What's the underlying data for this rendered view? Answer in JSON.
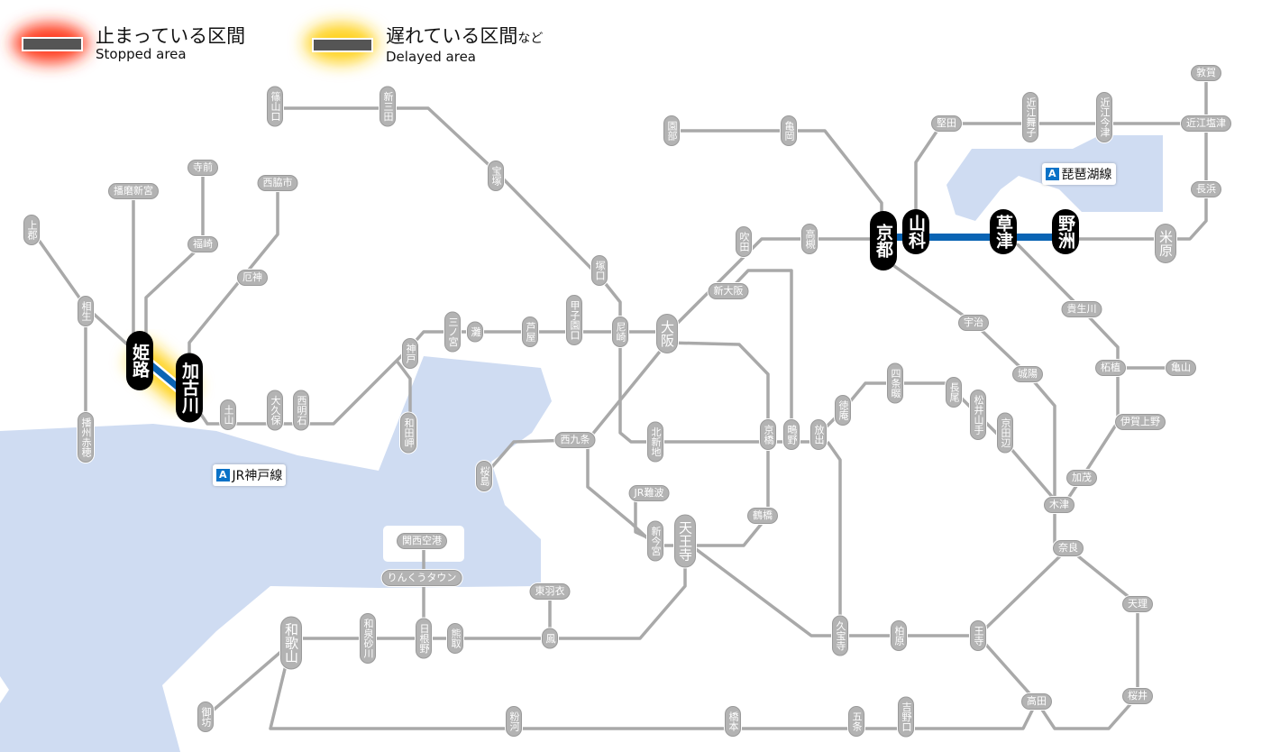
{
  "legend": {
    "stopped": {
      "ja": "止まっている区間",
      "en": "Stopped area",
      "color": "#ff3a1a"
    },
    "delayed": {
      "ja": "遅れている区間",
      "ja_suffix": "など",
      "en": "Delayed area",
      "color": "#ffd21a"
    }
  },
  "line_badges": {
    "kobe": {
      "mark": "A",
      "name": "JR神戸線"
    },
    "biwako": {
      "mark": "A",
      "name": "琵琶湖線"
    }
  },
  "colors": {
    "line": "#a9a9a9",
    "affected": "#0a64b4",
    "water": "#cfdcf2"
  },
  "affected_stations": [
    "姫路",
    "加古川",
    "京都",
    "山科",
    "草津",
    "野洲"
  ],
  "stations": [
    "篠山口",
    "新三田",
    "宝塚",
    "塚口",
    "尼崎",
    "甲子園口",
    "芦屋",
    "灘",
    "三ノ宮",
    "神戸",
    "和田岬",
    "西明石",
    "大久保",
    "土山",
    "厄神",
    "西脇市",
    "寺前",
    "福崎",
    "播磨新宮",
    "上郡",
    "相生",
    "播州赤穂",
    "吹田",
    "高槻",
    "園部",
    "亀岡",
    "新大阪",
    "大阪",
    "北新地",
    "京橋",
    "鴫野",
    "放出",
    "西九条",
    "桜島",
    "JR難波",
    "新今宮",
    "天王寺",
    "鶴橋",
    "徳庵",
    "四条畷",
    "長尾",
    "松井山手",
    "京田辺",
    "宇治",
    "城陽",
    "貴生川",
    "柘植",
    "亀山",
    "伊賀上野",
    "加茂",
    "木津",
    "奈良",
    "天理",
    "桜井",
    "高田",
    "王寺",
    "柏原",
    "久宝寺",
    "吉野口",
    "五条",
    "橋本",
    "粉河",
    "御坊",
    "和歌山",
    "和泉砂川",
    "日根野",
    "熊取",
    "鳳",
    "東羽衣",
    "りんくうタウン",
    "関西空港",
    "堅田",
    "近江舞子",
    "近江今津",
    "近江塩津",
    "敦賀",
    "長浜",
    "米原"
  ]
}
